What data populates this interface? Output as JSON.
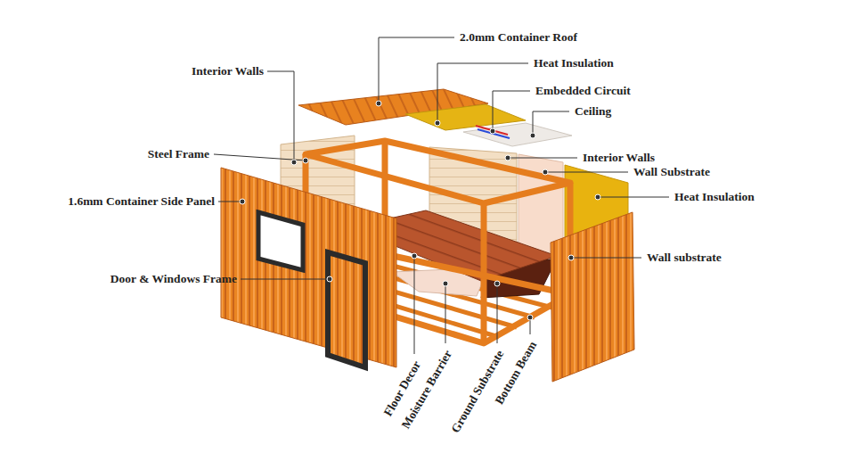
{
  "diagram": {
    "labels": [
      "2.0mm Container Roof",
      "Interior Walls",
      "Heat Insulation",
      "Embedded Circuit",
      "Ceiling",
      "Steel Frame",
      "Interior Walls",
      "Wall Substrate",
      "1.6mm Container Side Panel",
      "Heat Insulation",
      "Wall substrate",
      "Door & Windows Frame",
      "Floor Decor",
      "Moisture Barrier",
      "Ground Substrate",
      "Bottom Beam"
    ]
  }
}
